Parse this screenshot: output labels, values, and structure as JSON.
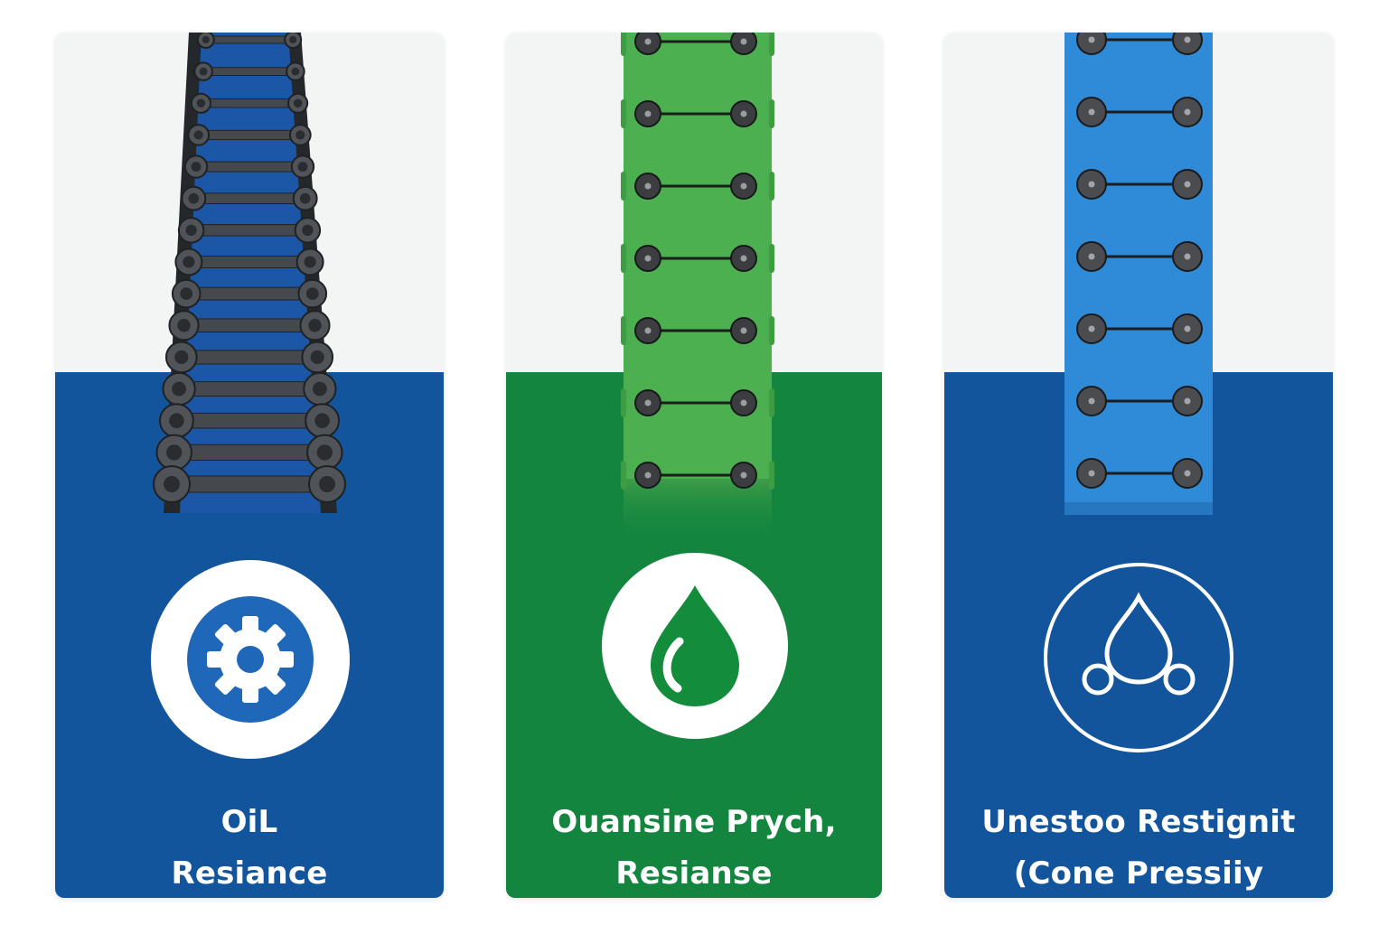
{
  "colors": {
    "card_top_bg": "#f3f4f4",
    "blue_panel": "#13559c",
    "green_panel": "#14853f",
    "green_strip": "#4caf50",
    "blue_strip": "#2f8ad8",
    "dark_chain": "#3b3d40",
    "white": "#ffffff"
  },
  "cards": [
    {
      "id": "oil-resistance",
      "panel_color": "#13559c",
      "icon": "gear-icon",
      "caption_line1": "OiL",
      "caption_line2": "Resiance"
    },
    {
      "id": "green-card",
      "panel_color": "#14853f",
      "icon": "oil-drop-icon",
      "caption_line1": "Ouansine Prych,",
      "caption_line2": "Resianse"
    },
    {
      "id": "blue-card",
      "panel_color": "#13559c",
      "icon": "drops-outline-icon",
      "caption_line1": "Unestoo Restignit",
      "caption_line2": "(Cone Pressiiy"
    }
  ]
}
